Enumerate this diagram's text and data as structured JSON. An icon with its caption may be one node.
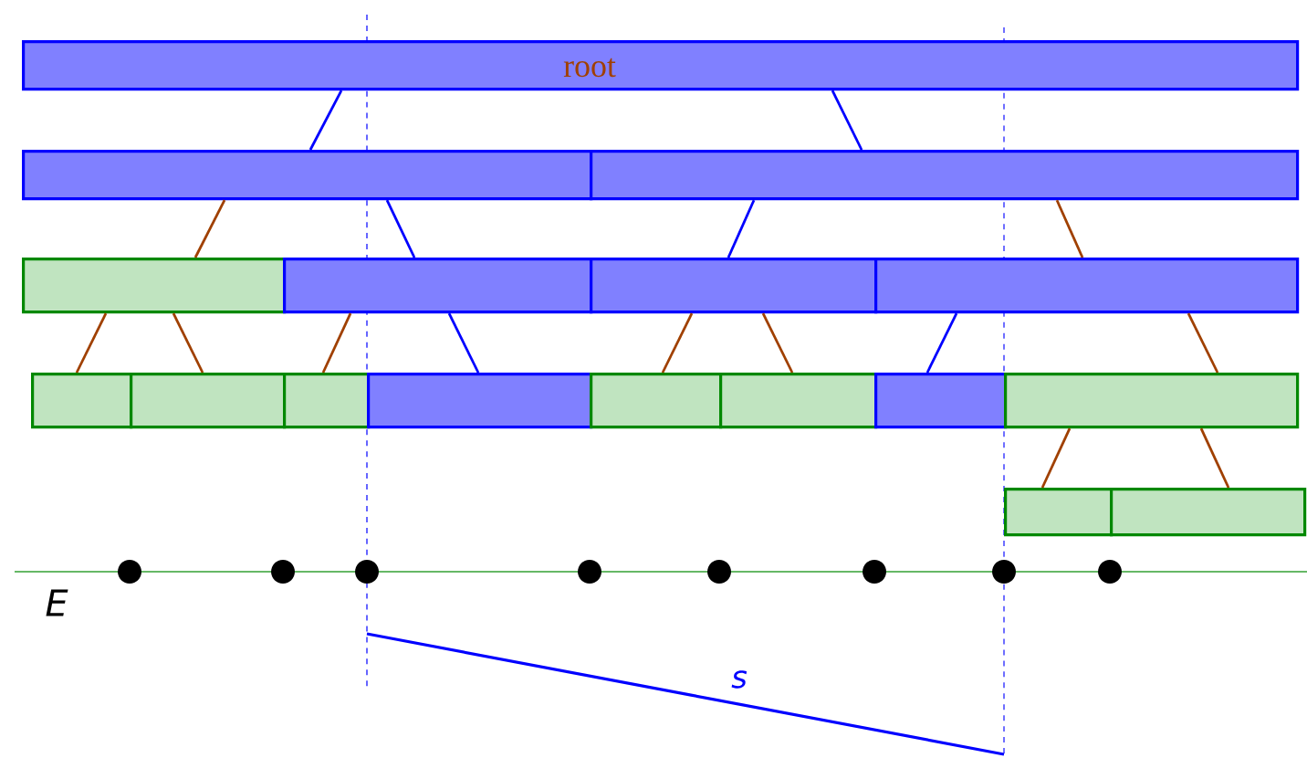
{
  "diagram": {
    "nodes": [
      {
        "text": [
          "root"
        ]
      },
      {
        "text": [],
        "shape": "box"
      },
      {
        "text": [],
        "shape": "box"
      },
      {
        "text": [],
        "shape": "box"
      },
      {
        "text": [],
        "shape": "box"
      },
      {
        "text": [],
        "shape": "box"
      },
      {
        "text": [],
        "shape": "box"
      },
      {
        "text": [],
        "shape": "box"
      },
      {
        "text": [],
        "shape": "box"
      },
      {
        "text": [],
        "shape": "box"
      },
      {
        "text": [],
        "shape": "box"
      },
      {
        "text": [],
        "shape": "box"
      },
      {
        "text": [],
        "shape": "box"
      },
      {
        "text": [],
        "shape": "box"
      },
      {
        "text": [],
        "shape": "box"
      },
      {
        "text": [],
        "shape": "box"
      },
      {
        "text": [],
        "shape": "box"
      }
    ],
    "edges": [
      {
        "from": 0,
        "to": 1,
        "arrow": "none",
        "color": "#0000ff"
      },
      {
        "from": 0,
        "to": 2,
        "arrow": "none",
        "color": "#0000ff"
      },
      {
        "from": 1,
        "to": 3,
        "arrow": "none"
      },
      {
        "from": 1,
        "to": 4,
        "arrow": "none",
        "color": "#0000ff"
      },
      {
        "from": 2,
        "to": 5,
        "arrow": "none",
        "color": "#0000ff"
      },
      {
        "from": 2,
        "to": 6,
        "arrow": "none"
      },
      {
        "from": 3,
        "to": 7,
        "arrow": "none"
      },
      {
        "from": 3,
        "to": 8,
        "arrow": "none"
      },
      {
        "from": 4,
        "to": 9,
        "arrow": "none"
      },
      {
        "from": 4,
        "to": 10,
        "arrow": "none",
        "color": "#0000ff"
      },
      {
        "from": 5,
        "to": 11,
        "arrow": "none"
      },
      {
        "from": 5,
        "to": 12,
        "arrow": "none"
      },
      {
        "from": 6,
        "to": 13,
        "arrow": "none",
        "color": "#0000ff"
      },
      {
        "from": 6,
        "to": 14,
        "arrow": "none"
      },
      {
        "from": 14,
        "to": 15,
        "arrow": "none"
      },
      {
        "from": 14,
        "to": 16,
        "arrow": "none"
      }
    ],
    "labels": [
      "E",
      "s"
    ]
  }
}
